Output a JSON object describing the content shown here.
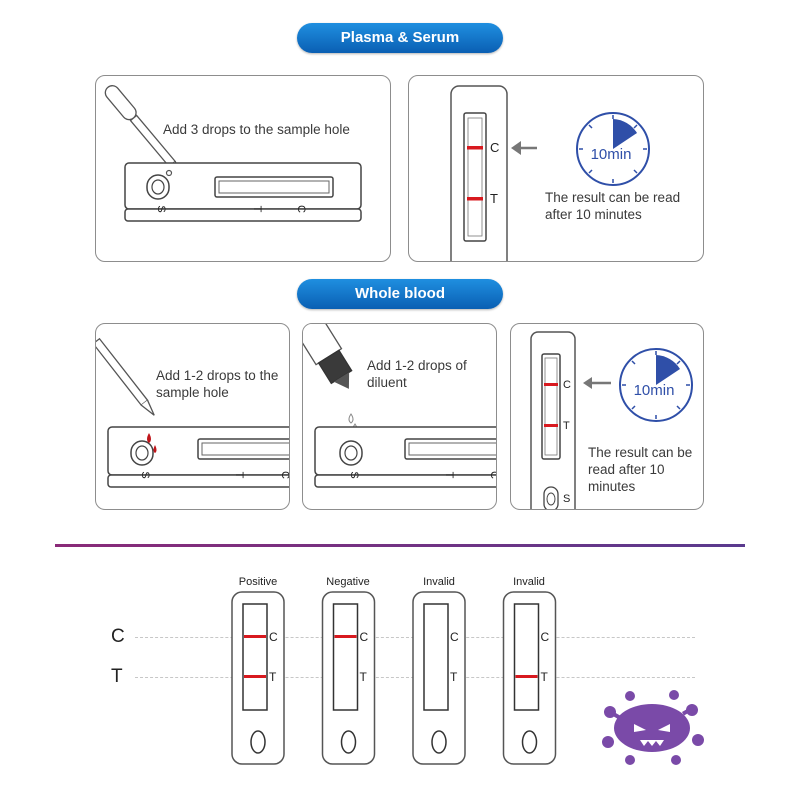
{
  "plasma": {
    "header": "Plasma & Serum",
    "step1": "Add 3 drops to the sample hole",
    "result_text": "The result can be read after 10 minutes",
    "timer": "10min"
  },
  "whole_blood": {
    "header": "Whole blood",
    "step1": "Add 1-2 drops to the sample hole",
    "step2": "Add 1-2 drops of diluent",
    "result_text": "The result can be read after 10 minutes",
    "timer": "10min"
  },
  "cassette_labels": {
    "s": "S",
    "t": "T",
    "c": "C"
  },
  "interpretation": {
    "row_c": "C",
    "row_t": "T",
    "cards": [
      {
        "label": "Positive",
        "c_line": true,
        "t_line": true
      },
      {
        "label": "Negative",
        "c_line": true,
        "t_line": false
      },
      {
        "label": "Invalid",
        "c_line": false,
        "t_line": false
      },
      {
        "label": "Invalid",
        "c_line": false,
        "t_line": true
      }
    ]
  },
  "colors": {
    "accent_blue": "#0a6cc7",
    "line_red": "#d8191f",
    "timer_blue": "#2f4fa8",
    "virus_purple": "#7a4aa8"
  },
  "icons": [
    "pipette-icon",
    "timer-icon",
    "arrow-left-icon",
    "dropper-bottle-icon",
    "virus-icon"
  ]
}
